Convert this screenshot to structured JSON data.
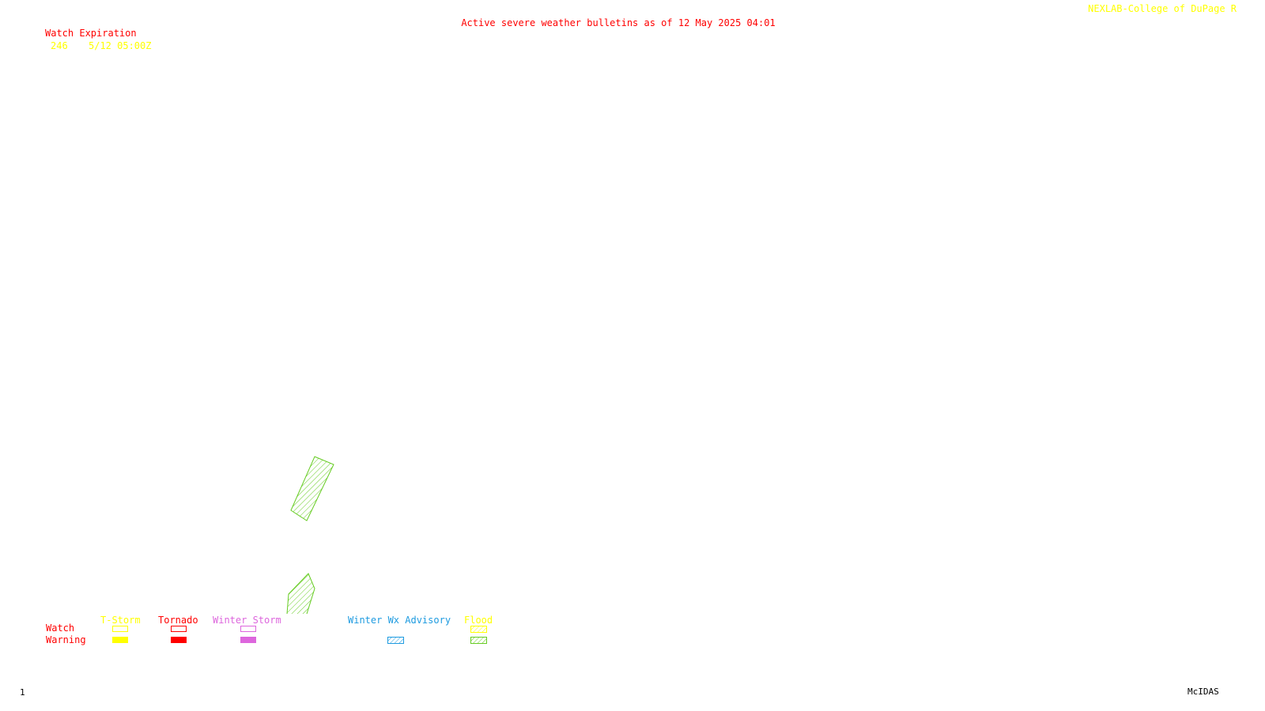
{
  "header": {
    "title": "Active severe weather bulletins as of 12 May 2025 04:01",
    "credit": "NEXLAB-College of DuPage R"
  },
  "watch_table": {
    "heading": "Watch Expiration",
    "rows": [
      {
        "number": "246",
        "expiration": "5/12 05:00Z"
      }
    ]
  },
  "legend": {
    "row_labels": {
      "watch": "Watch",
      "warning": "Warning"
    },
    "categories": [
      {
        "name": "T-Storm",
        "color": "#ffff00",
        "watch_style": "outline",
        "warning_style": "filled"
      },
      {
        "name": "Tornado",
        "color": "#ff0000",
        "watch_style": "outline",
        "warning_style": "filled"
      },
      {
        "name": "Winter Storm",
        "color": "#dd66dd",
        "watch_style": "outline",
        "warning_style": "filled"
      },
      {
        "name": "Winter Wx Advisory",
        "color": "#1e9be0",
        "watch_style": "none",
        "warning_style": "hatched"
      },
      {
        "name": "Flood",
        "color": "#ffff00",
        "hatch_color": "#66cc22",
        "watch_style": "hatched",
        "warning_style": "hatched"
      }
    ]
  },
  "map": {
    "warning_polygons": [
      {
        "type": "Flood Warning",
        "color": "#66cc22",
        "style": "hatched"
      },
      {
        "type": "Flood Warning",
        "color": "#66cc22",
        "style": "hatched"
      }
    ]
  },
  "footer": {
    "frame_number": "1",
    "software": "McIDAS"
  }
}
